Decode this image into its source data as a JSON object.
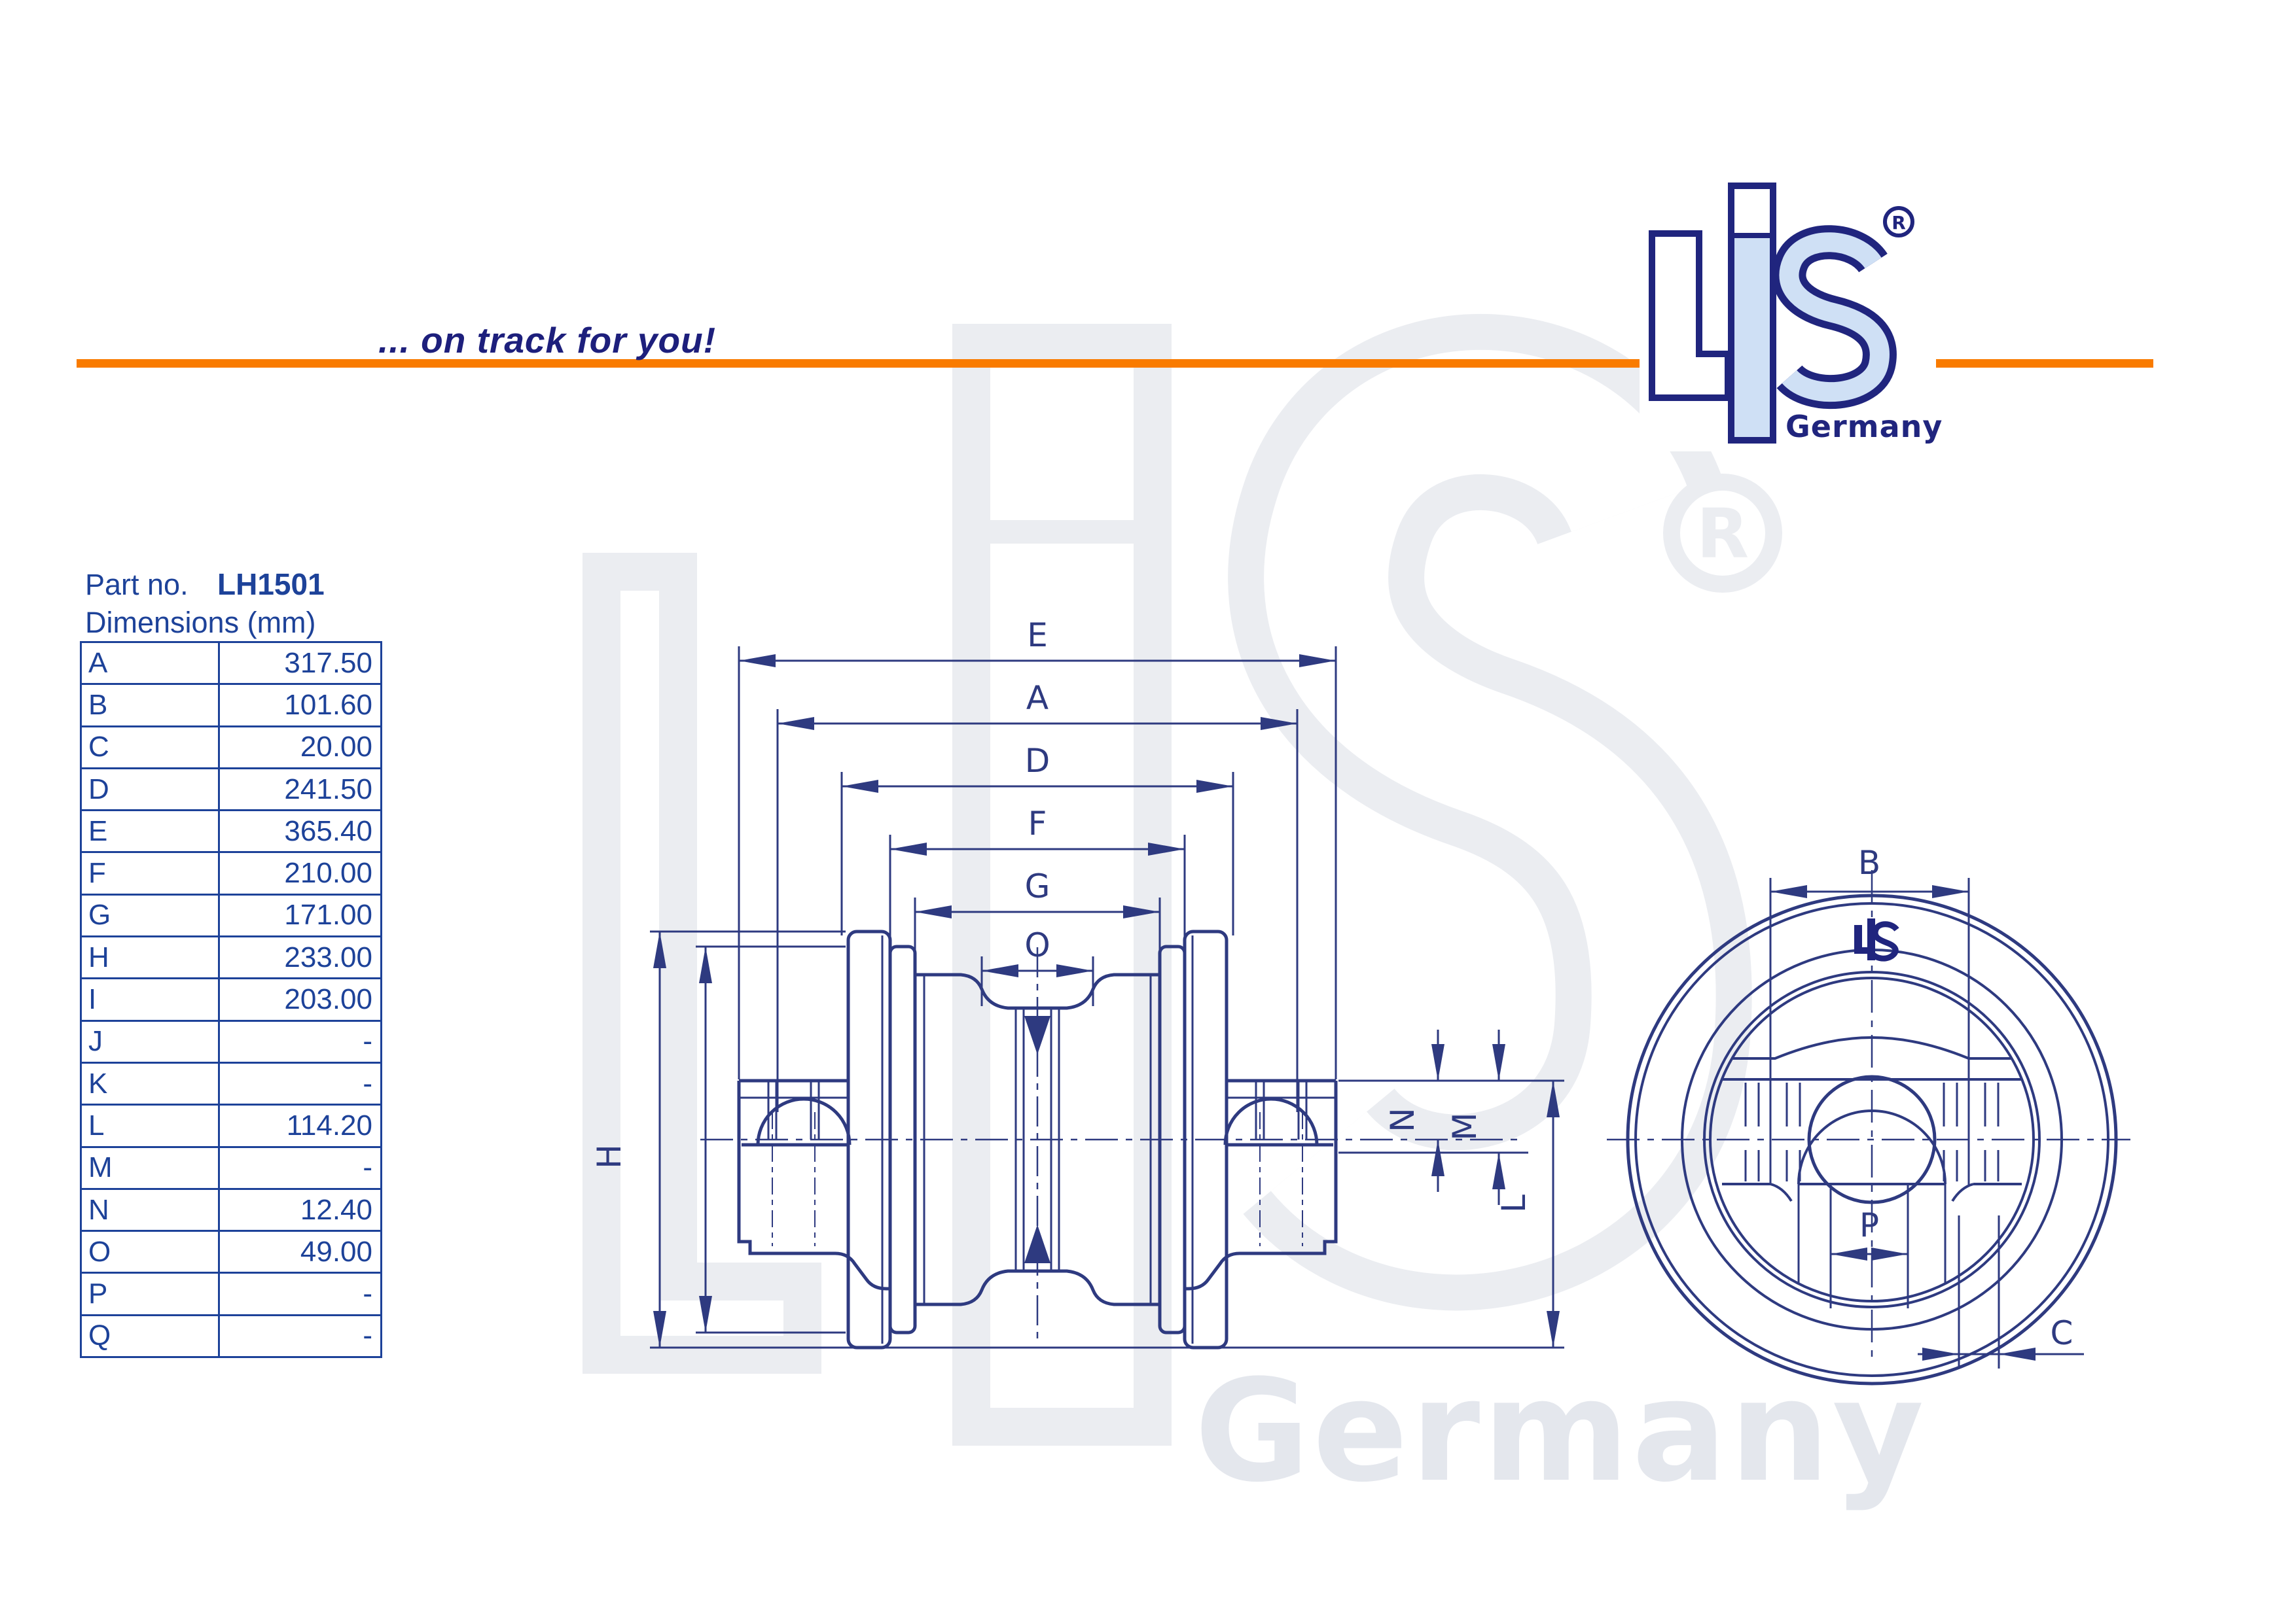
{
  "slogan": "... on track for you!",
  "header": {
    "line_color": "#f97b00"
  },
  "logo": {
    "germany": "Germany",
    "registered": "R",
    "icon": "lis-logo"
  },
  "watermark": {
    "germany": "Germany",
    "registered": "R",
    "icon": "lis-logo-watermark"
  },
  "part": {
    "label": "Part no.",
    "value": "LH1501",
    "dims": "Dimensions (mm)"
  },
  "table": {
    "rows": [
      {
        "letter": "A",
        "value": "317.50"
      },
      {
        "letter": "B",
        "value": "101.60"
      },
      {
        "letter": "C",
        "value": "20.00"
      },
      {
        "letter": "D",
        "value": "241.50"
      },
      {
        "letter": "E",
        "value": "365.40"
      },
      {
        "letter": "F",
        "value": "210.00"
      },
      {
        "letter": "G",
        "value": "171.00"
      },
      {
        "letter": "H",
        "value": "233.00"
      },
      {
        "letter": "I",
        "value": "203.00"
      },
      {
        "letter": "J",
        "value": "-"
      },
      {
        "letter": "K",
        "value": "-"
      },
      {
        "letter": "L",
        "value": "114.20"
      },
      {
        "letter": "M",
        "value": "-"
      },
      {
        "letter": "N",
        "value": "12.40"
      },
      {
        "letter": "O",
        "value": "49.00"
      },
      {
        "letter": "P",
        "value": "-"
      },
      {
        "letter": "Q",
        "value": "-"
      }
    ]
  },
  "labels": {
    "E": "E",
    "A": "A",
    "D": "D",
    "F": "F",
    "G": "G",
    "O": "O",
    "H": "H",
    "N": "N",
    "M": "M",
    "L": "L",
    "B": "B",
    "P": "P",
    "C": "C"
  },
  "colors": {
    "navy": "#2e3a80",
    "orange": "#f97b00",
    "lightblue": "#cfe0f5",
    "logo_navy": "#20257e",
    "watermark": "#ebedf1",
    "watermark_text": "#e4e7ed",
    "table_blue": "#1d4299",
    "slogan_navy": "#1d1f7c"
  }
}
